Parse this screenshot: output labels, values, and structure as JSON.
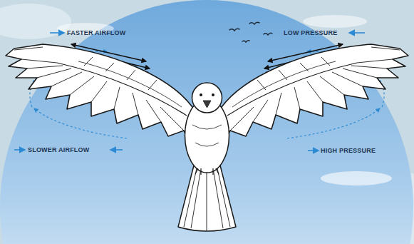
{
  "diagram": {
    "labels": [
      "FASTER AIRFLOW",
      "LOW PRESSURE",
      "SLOWER AIRFLOW",
      "HIGH PRESSURE"
    ]
  }
}
